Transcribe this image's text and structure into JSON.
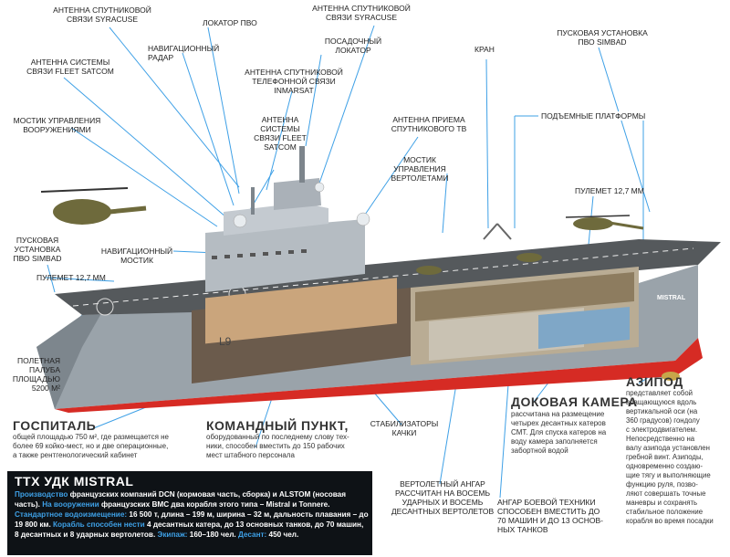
{
  "colors": {
    "hull_red": "#d62b24",
    "hull_grey": "#9aa3aa",
    "deck": "#55595c",
    "accent_blue": "#3ea0e6",
    "box_bg": "#0e1216"
  },
  "labels": {
    "syracuse_left": "АНТЕННА СПУТНИКОВОЙ\nСВЯЗИ SYRACUSE",
    "pvo_locator": "ЛОКАТОР ПВО",
    "syracuse_right": "АНТЕННА СПУТНИКОВОЙ\nСВЯЗИ SYRACUSE",
    "simbad_top": "ПУСКОВАЯ УСТАНОВКА\nПВО SIMBAD",
    "nav_radar": "НАВИГАЦИОННЫЙ\nРАДАР",
    "landing_locator": "ПОСАДОЧНЫЙ\nЛОКАТОР",
    "crane": "КРАН",
    "fleet_satcom_left": "АНТЕННА СИСТЕМЫ\nСВЯЗИ FLEET SATCOM",
    "inmarsat": "АНТЕННА СПУТНИКОВОЙ\nТЕЛЕФОННОЙ СВЯЗИ\nINMARSAT",
    "weapons_bridge": "МОСТИК УПРАВЛЕНИЯ\nВООРУЖЕНИЯМИ",
    "fleet_satcom_mid": "АНТЕННА\nСИСТЕМЫ\nСВЯЗИ FLEET\nSATCOM",
    "sat_tv": "АНТЕННА ПРИЕМА\nСПУТНИКОВОГО ТВ",
    "lift_platforms": "ПОДЪЕМНЫЕ ПЛАТФОРМЫ",
    "heli_bridge": "МОСТИК\nУПРАВЛЕНИЯ\nВЕРТОЛЕТАМИ",
    "mg_right": "ПУЛЕМЕТ 12,7 ММ",
    "simbad_left": "ПУСКОВАЯ\nУСТАНОВКА\nПВО SIMBAD",
    "nav_bridge": "НАВИГАЦИОННЫЙ\nМОСТИК",
    "mg_left": "ПУЛЕМЕТ 12,7 ММ",
    "flight_deck": "ПОЛЕТНАЯ\nПАЛУБА\nПЛОЩАДЬЮ\n5200 М²",
    "stabilizers": "СТАБИЛИЗАТОРЫ\nКАЧКИ",
    "heli_hangar": "ВЕРТОЛЕТНЫЙ АНГАР\nРАССЧИТАН НА ВОСЕМЬ\nУДАРНЫХ И ВОСЕМЬ\nДЕСАНТНЫХ ВЕРТОЛЕТОВ",
    "vehicle_hangar": "АНГАР БОЕВОЙ ТЕХНИКИ\nСПОСОБЕН ВМЕСТИТЬ ДО\n70 МАШИН И ДО 13 ОСНОВ-\nНЫХ ТАНКОВ",
    "hull_mark": "L9",
    "ship_name": "MISTRAL"
  },
  "sections": {
    "hospital": {
      "title": "ГОСПИТАЛЬ",
      "text": "общей площадью 750 м², где размещается не\nболее 69 койко-мест, но и две операционные,\nа также рентгенологический кабинет"
    },
    "command": {
      "title": "КОМАНДНЫЙ ПУНКТ,",
      "text": "оборудованный по последнему слову тех-\nники, способен вместить до 150 рабочих\nмест штабного персонала"
    },
    "dock": {
      "title": "ДОКОВАЯ КАМЕРА",
      "text": "рассчитана на размещение\nчетырех десантных катеров\nСМТ. Для спуска катеров на\nводу камера заполняется\nзабортной водой"
    },
    "azipod": {
      "title": "АЗИПОД",
      "text": "представляет собой\nвращающуюся вдоль\nвертикальной оси (на\n360 градусов) гондолу\nс электродвигателем.\nНепосредственно на\nвалу азипода установлен\nгребной винт. Азиподы,\nодновременно создаю-\nщие тягу и выполняющие\nфункцию руля, позво-\nляют совершать точные\nманевры и сохранять\nстабильное положение\nкорабля во время посадки"
    }
  },
  "ttx": {
    "title": "ТТХ УДК MISTRAL",
    "k1": "Производство",
    "t1": " французских компаний DCN (кормовая часть, сборка) и ALSTOM (носовая часть). ",
    "k2": "На вооружении",
    "t2": " французских ВМС два корабля этого типа – Mistral и Tonnere. ",
    "k3": "Стандартное водоизмещение:",
    "t3": " 16 500 т, длина – 199 м, ширина – 32 м, дальность плавания – до 19 800 км. ",
    "k4": "Корабль способен нести",
    "t4": " 4 десантных катера, до 13 основных танков, до 70 машин, 8 десантных и 8 ударных вертолетов. ",
    "k5": "Экипаж:",
    "t5": " 160–180 чел. ",
    "k6": "Десант:",
    "t6": " 450 чел."
  }
}
